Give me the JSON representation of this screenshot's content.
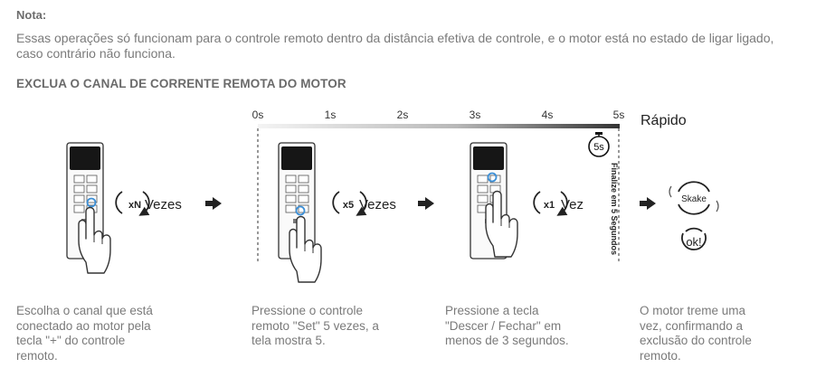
{
  "note": {
    "title": "Nota:",
    "body": "Essas operações só funcionam para o controle remoto dentro da distância efetiva de controle, e o motor está no estado de ligar ligado, caso contrário não funciona."
  },
  "heading": "EXCLUA O CANAL DE CORRENTE REMOTA DO MOTOR",
  "timeline": {
    "ticks": [
      "0s",
      "1s",
      "2s",
      "3s",
      "4s",
      "5s"
    ],
    "speed_label": "Rápido",
    "timer_label": "5s",
    "vertical_note": "Finalize em 5 Segundos"
  },
  "steps": [
    {
      "badge": "xN",
      "count_label": "Vezes",
      "description": "Escolha o canal que está\nconectado ao motor pela\ntecla \"+\" do controle\nremoto."
    },
    {
      "badge": "x5",
      "count_label": "Vezes",
      "description": "Pressione o controle\nremoto \"Set\" 5 vezes, a\ntela mostra 5."
    },
    {
      "badge": "x1",
      "count_label": "Vez",
      "description": "Pressione a tecla\n\"Descer / Fechar\" em\nmenos de 3 segundos."
    },
    {
      "badge": "Skake",
      "confirm_badge": "ok!",
      "description": "O motor treme uma\nvez, confirmando a\nexclusão do controle\nremoto."
    }
  ],
  "colors": {
    "text": "#7a7a7a",
    "dark": "#222222",
    "highlight": "#3c8fd6"
  }
}
